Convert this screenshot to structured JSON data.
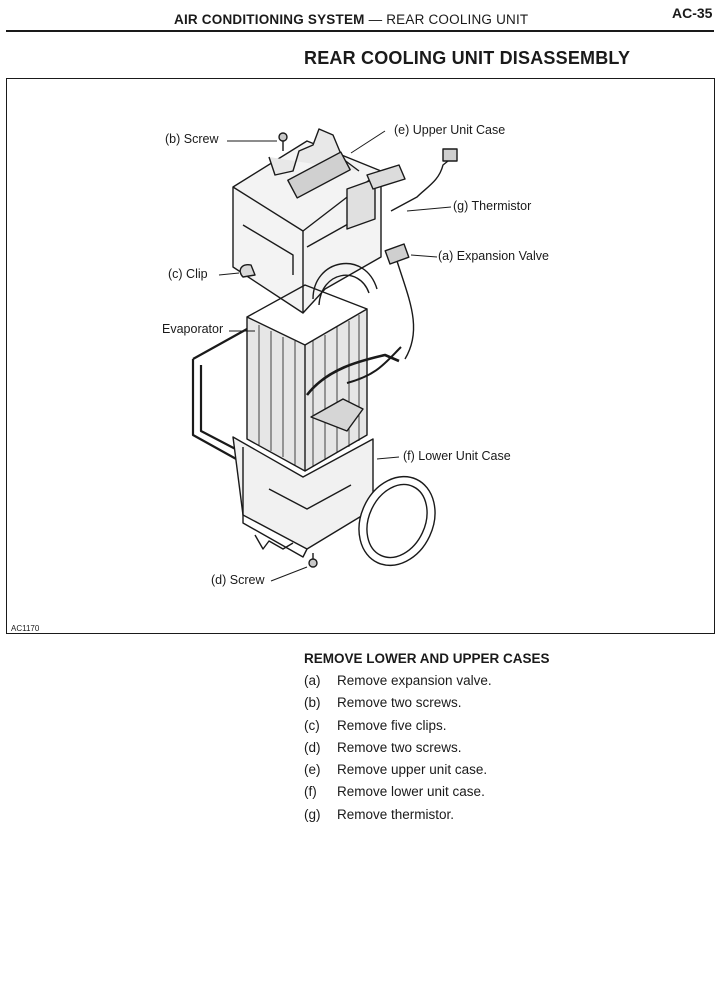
{
  "header": {
    "section": "AIR CONDITIONING SYSTEM",
    "separator": "—",
    "subsection": "REAR COOLING UNIT",
    "page_number": "AC-35"
  },
  "title": "REAR COOLING UNIT DISASSEMBLY",
  "figure": {
    "code": "AC1170",
    "callouts": {
      "screw_b": "(b) Screw",
      "upper_case": "(e) Upper Unit Case",
      "thermistor": "(g) Thermistor",
      "expansion_valve": "(a) Expansion Valve",
      "clip": "(c) Clip",
      "evaporator": "Evaporator",
      "lower_case": "(f) Lower Unit Case",
      "screw_d": "(d) Screw"
    }
  },
  "instructions": {
    "heading": "REMOVE LOWER AND UPPER CASES",
    "steps": [
      {
        "letter": "(a)",
        "text": "Remove expansion valve."
      },
      {
        "letter": "(b)",
        "text": "Remove two screws."
      },
      {
        "letter": "(c)",
        "text": "Remove five clips."
      },
      {
        "letter": "(d)",
        "text": "Remove two screws."
      },
      {
        "letter": "(e)",
        "text": "Remove upper unit case."
      },
      {
        "letter": "(f)",
        "text": "Remove lower unit case."
      },
      {
        "letter": "(g)",
        "text": "Remove thermistor."
      }
    ]
  }
}
